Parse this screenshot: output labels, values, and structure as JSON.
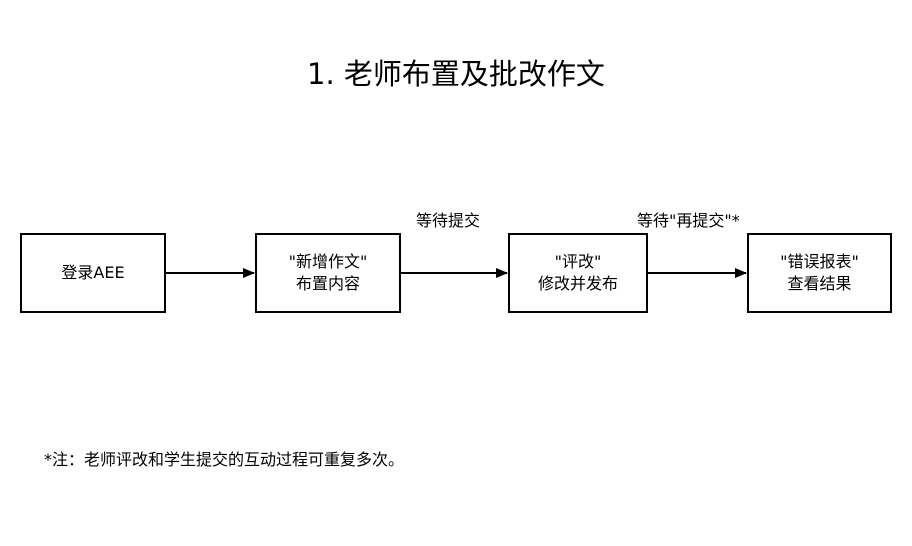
{
  "title": "1. 老师布置及批改作文",
  "nodes": [
    {
      "lines": [
        "登录AEE"
      ]
    },
    {
      "lines": [
        "\"新增作文\"",
        "布置内容"
      ]
    },
    {
      "lines": [
        "\"评改\"",
        "修改并发布"
      ]
    },
    {
      "lines": [
        "\"错误报表\"",
        "查看结果"
      ]
    }
  ],
  "edges": [
    {
      "from": 0,
      "to": 1,
      "label": ""
    },
    {
      "from": 1,
      "to": 2,
      "label": "等待提交"
    },
    {
      "from": 2,
      "to": 3,
      "label": "等待\"再提交\"*"
    }
  ],
  "note": "*注：老师评改和学生提交的互动过程可重复多次。"
}
